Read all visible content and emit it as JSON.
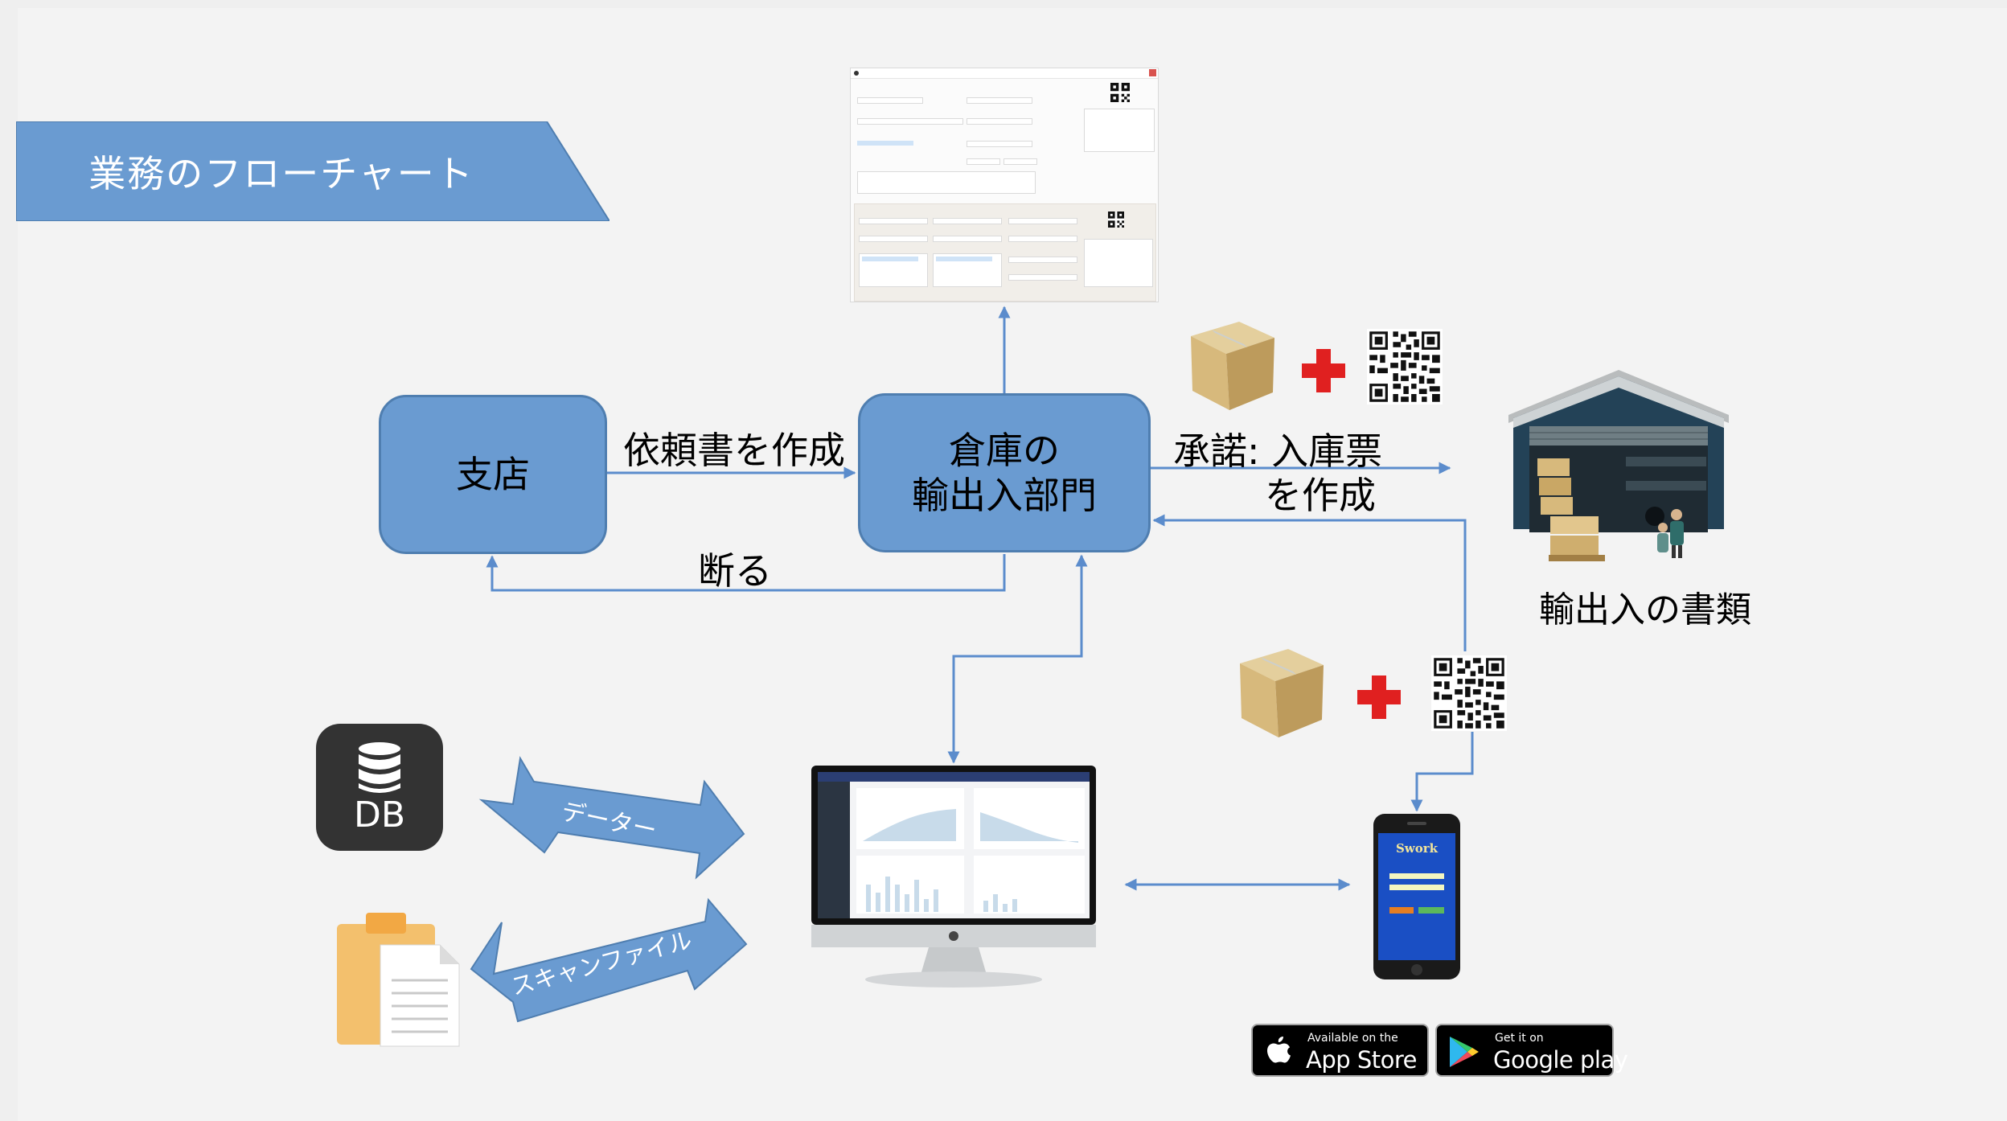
{
  "header": {
    "title": "業務のフローチャート"
  },
  "nodes": {
    "branch": "支店",
    "warehouse_line1": "倉庫の",
    "warehouse_line2": "輸出入部門"
  },
  "edge_labels": {
    "request": "依頼書を作成",
    "refuse": "断る",
    "accept_line1": "承諾: 入庫票",
    "accept_line2": "を作成",
    "data": "データー",
    "scan": "スキャンファイル"
  },
  "captions": {
    "documents": "輸出入の書類",
    "db": "DB"
  },
  "store_badges": {
    "apple_small": "Available on the",
    "apple_big": "App Store",
    "google_small": "Get it on",
    "google_big": "Google play"
  },
  "phone_app": {
    "brand": "Swork"
  },
  "colors": {
    "box_fill": "#6a9bd1",
    "box_border": "#4f7eb0",
    "arrow": "#5b8ccc",
    "plus": "#e02020"
  }
}
